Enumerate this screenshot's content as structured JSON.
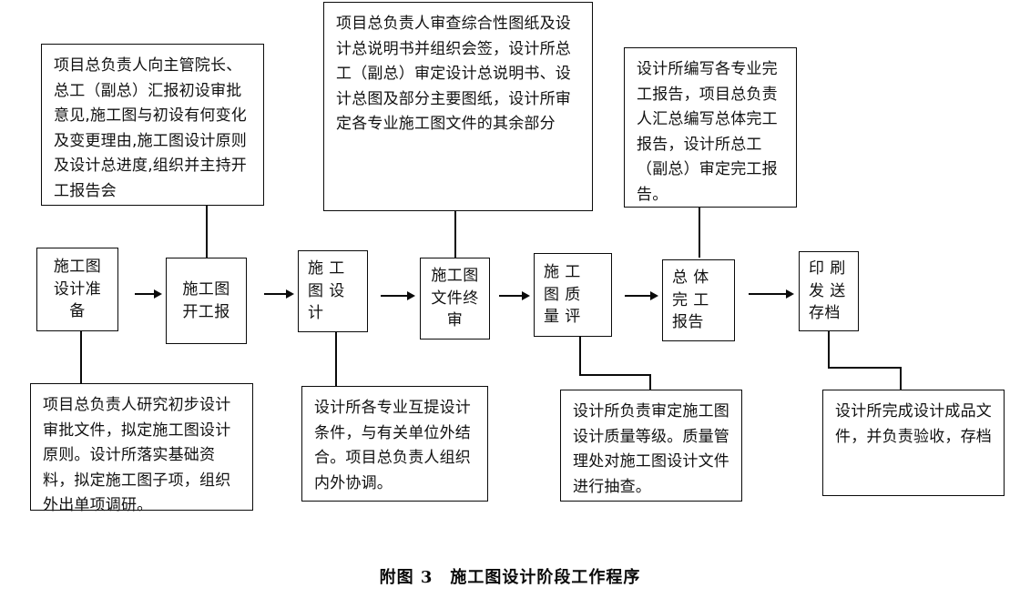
{
  "figure": {
    "caption": "附图 3　施工图设计阶段工作程序"
  },
  "process_steps": [
    {
      "id": "prep",
      "lines": [
        "施工图",
        "设计准",
        "备"
      ]
    },
    {
      "id": "kickoff",
      "lines": [
        "施工图",
        "开工报"
      ]
    },
    {
      "id": "design",
      "lines": [
        "施 工",
        "图 设",
        "计"
      ]
    },
    {
      "id": "final-review",
      "lines": [
        "施工图",
        "文件终",
        "审"
      ]
    },
    {
      "id": "quality",
      "lines": [
        "施 工",
        "图 质",
        "量 评"
      ]
    },
    {
      "id": "report",
      "lines": [
        "总 体",
        "完 工",
        "报告"
      ]
    },
    {
      "id": "archive",
      "lines": [
        "印 刷",
        "发 送",
        "存档"
      ]
    }
  ],
  "top_notes": [
    {
      "id": "note-kickoff",
      "text": "项目总负责人向主管院长、总工（副总）汇报初设审批意见,施工图与初设有何变化及变更理由,施工图设计原则及设计总进度,组织并主持开工报告会"
    },
    {
      "id": "note-final-review",
      "text": "项目总负责人审查综合性图纸及设计总说明书并组织会签，设计所总工（副总）审定设计总说明书、设计总图及部分主要图纸，设计所审定各专业施工图文件的其余部分"
    },
    {
      "id": "note-report",
      "text": "设计所编写各专业完工报告，项目总负责人汇总编写总体完工报告，设计所总工（副总）审定完工报告。"
    }
  ],
  "bottom_notes": [
    {
      "id": "note-prep",
      "text": "项目总负责人研究初步设计审批文件，拟定施工图设计原则。设计所落实基础资料，拟定施工图子项，组织外出单项调研。"
    },
    {
      "id": "note-design",
      "text": "设计所各专业互提设计条件，与有关单位外结合。项目总负责人组织内外协调。"
    },
    {
      "id": "note-quality",
      "text": "设计所负责审定施工图设计质量等级。质量管理处对施工图设计文件进行抽查。"
    },
    {
      "id": "note-archive",
      "text": "设计所完成设计成品文件，并负责验收，存档"
    }
  ],
  "colors": {
    "ink": "#0a0a0a",
    "background": "#ffffff"
  }
}
